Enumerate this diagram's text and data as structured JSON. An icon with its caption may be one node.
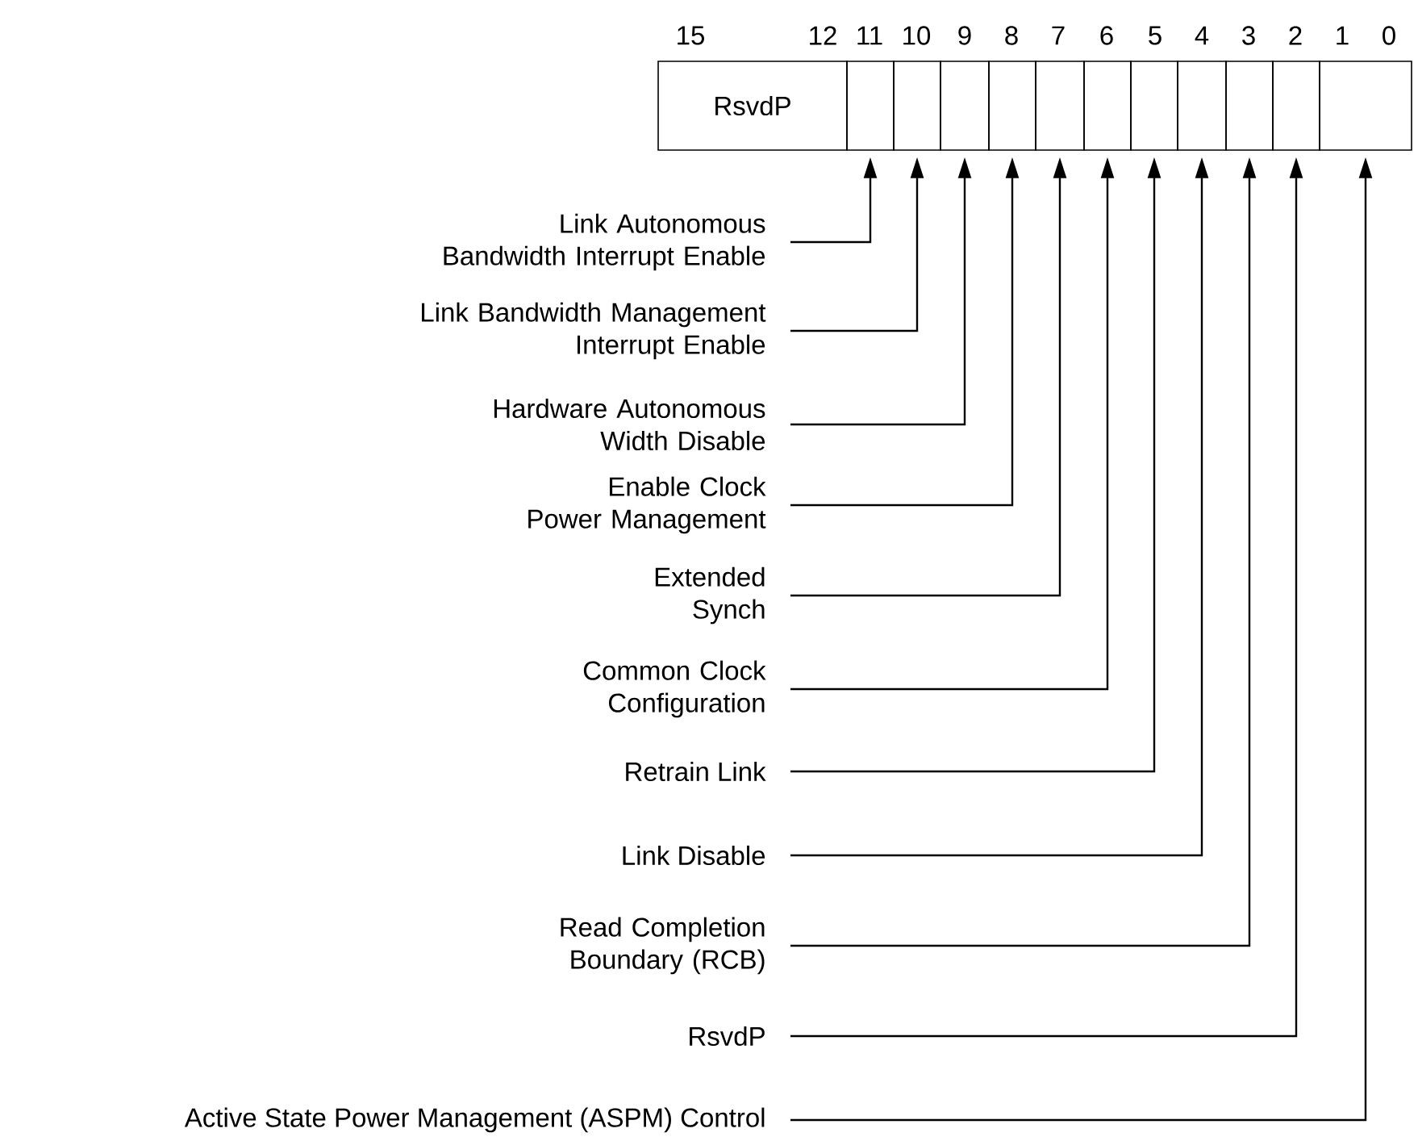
{
  "diagram": {
    "nodes": [
      {
        "text": [
          "RsvdP"
        ]
      },
      {
        "text": [],
        "shape": "box"
      },
      {
        "text": [],
        "shape": "box"
      },
      {
        "text": [],
        "shape": "box"
      },
      {
        "text": [],
        "shape": "box"
      },
      {
        "text": [],
        "shape": "box"
      },
      {
        "text": [],
        "shape": "box"
      },
      {
        "text": [],
        "shape": "box"
      },
      {
        "text": [],
        "shape": "box"
      },
      {
        "text": [],
        "shape": "box"
      },
      {
        "text": [],
        "shape": "box"
      },
      {
        "text": [],
        "shape": "box"
      },
      {
        "text": [
          "Link Autonomous Bandwidth Interrupt Enable"
        ]
      },
      {
        "text": [
          "Link Bandwidth Management Interrupt Enable"
        ]
      },
      {
        "text": [
          "Hardware Autonomous Width Disable"
        ]
      },
      {
        "text": [
          "Enable Clock Power Management"
        ]
      },
      {
        "text": [
          "Extended Synch"
        ]
      },
      {
        "text": [
          "Common Clock Configuration"
        ]
      },
      {
        "text": [
          "Retrain Link"
        ]
      },
      {
        "text": [
          "Link Disable"
        ]
      },
      {
        "text": [
          "Read Completion Boundary (RCB)"
        ]
      },
      {
        "text": [
          "RsvdP"
        ]
      },
      {
        "text": [
          "Active State Power Management (ASPM) Control"
        ]
      }
    ],
    "edges": [
      {
        "from": 12,
        "to": 1,
        "arrow": "to"
      },
      {
        "from": 13,
        "to": 2,
        "arrow": "to"
      },
      {
        "from": 14,
        "to": 3,
        "arrow": "to"
      },
      {
        "from": 15,
        "to": 4,
        "arrow": "to"
      },
      {
        "from": 16,
        "to": 5,
        "arrow": "to"
      },
      {
        "from": 17,
        "to": 6,
        "arrow": "to"
      },
      {
        "from": 18,
        "to": 7,
        "arrow": "to"
      },
      {
        "from": 19,
        "to": 8,
        "arrow": "to"
      },
      {
        "from": 20,
        "to": 9,
        "arrow": "to"
      },
      {
        "from": 21,
        "to": 10,
        "arrow": "to"
      },
      {
        "from": 22,
        "to": 11,
        "arrow": "to"
      }
    ],
    "labels": [
      "15",
      "12",
      "11",
      "10",
      "9",
      "8",
      "7",
      "6",
      "5",
      "4",
      "3",
      "2",
      "1",
      "0"
    ]
  }
}
